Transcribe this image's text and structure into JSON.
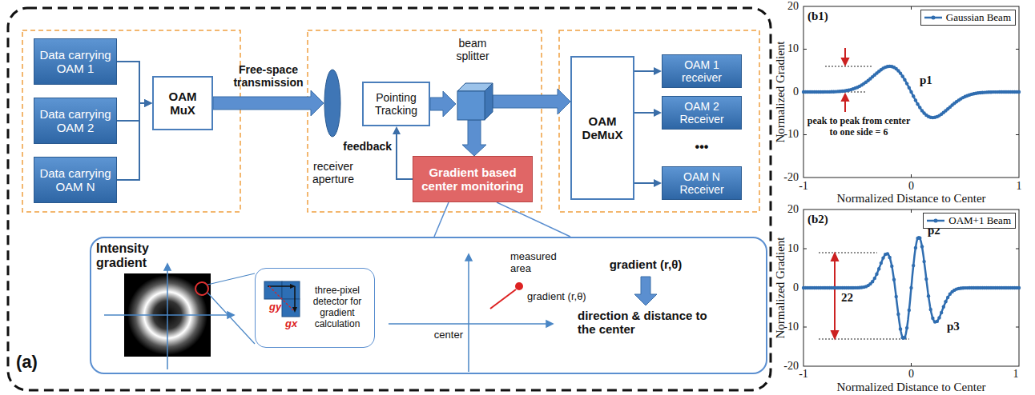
{
  "diagram": {
    "nodes": [
      {
        "text": [
          "Data carrying OAM 1"
        ]
      },
      {
        "text": [
          "Data carrying OAM 2"
        ]
      },
      {
        "text": [
          "Data carrying OAM N"
        ]
      },
      {
        "text": [
          "OAM MuX"
        ]
      },
      {
        "text": [
          "receiver aperture"
        ]
      },
      {
        "text": [
          "Pointing Tracking"
        ]
      },
      {
        "text": [
          "beam splitter"
        ]
      },
      {
        "text": [
          "Gradient based center monitoring"
        ]
      },
      {
        "text": [
          "OAM DeMuX"
        ]
      },
      {
        "text": [
          "OAM 1 receiver"
        ]
      },
      {
        "text": [
          "OAM 2 Receiver"
        ]
      },
      {
        "text": [
          "OAM N Receiver"
        ]
      },
      {
        "text": [
          "Intensity gradient"
        ]
      },
      {
        "text": [
          "three-pixel detector for gradient calculation"
        ],
        "in": 12
      }
    ],
    "edges": [
      {
        "from": 0,
        "to": 3,
        "arrow": "to"
      },
      {
        "from": 1,
        "to": 3,
        "arrow": "to"
      },
      {
        "from": 2,
        "to": 3,
        "arrow": "to"
      },
      {
        "from": 3,
        "to": 4,
        "label": "Free-space transmission",
        "arrow": "to"
      },
      {
        "from": 5,
        "to": 6,
        "arrow": "to"
      },
      {
        "from": 6,
        "to": 8,
        "arrow": "to"
      },
      {
        "from": 6,
        "to": 7,
        "arrow": "to"
      },
      {
        "from": 7,
        "to": 5,
        "label": "feedback",
        "arrow": "to"
      },
      {
        "from": 8,
        "to": 9,
        "arrow": "to"
      },
      {
        "from": 8,
        "to": 10,
        "arrow": "to"
      },
      {
        "from": 8,
        "to": 11,
        "arrow": "to"
      },
      {
        "from": 7,
        "to": 12,
        "arrow": "none"
      }
    ],
    "labels": [
      "(a)",
      "•••",
      "gy",
      "gx",
      "measured area",
      "gradient (r,θ)",
      "center",
      "gradient (r,θ)",
      "direction & distance to the center",
      "(b1)",
      "Normalized Gradient",
      "20",
      "10",
      "0",
      "-10",
      "-20",
      "-1",
      "0",
      "1",
      "Normalized Distance to Center",
      "peak to peak from center to one side = 6",
      "p1",
      "(b2)",
      "Normalized Gradient",
      "20",
      "10",
      "0",
      "-10",
      "-20",
      "-1",
      "0",
      "1",
      "Normalized Distance to Center",
      "22",
      "p2",
      "p3"
    ],
    "legend": [
      {
        "text": "Gaussian Beam"
      },
      {
        "text": "OAM+1 Beam"
      }
    ]
  }
}
